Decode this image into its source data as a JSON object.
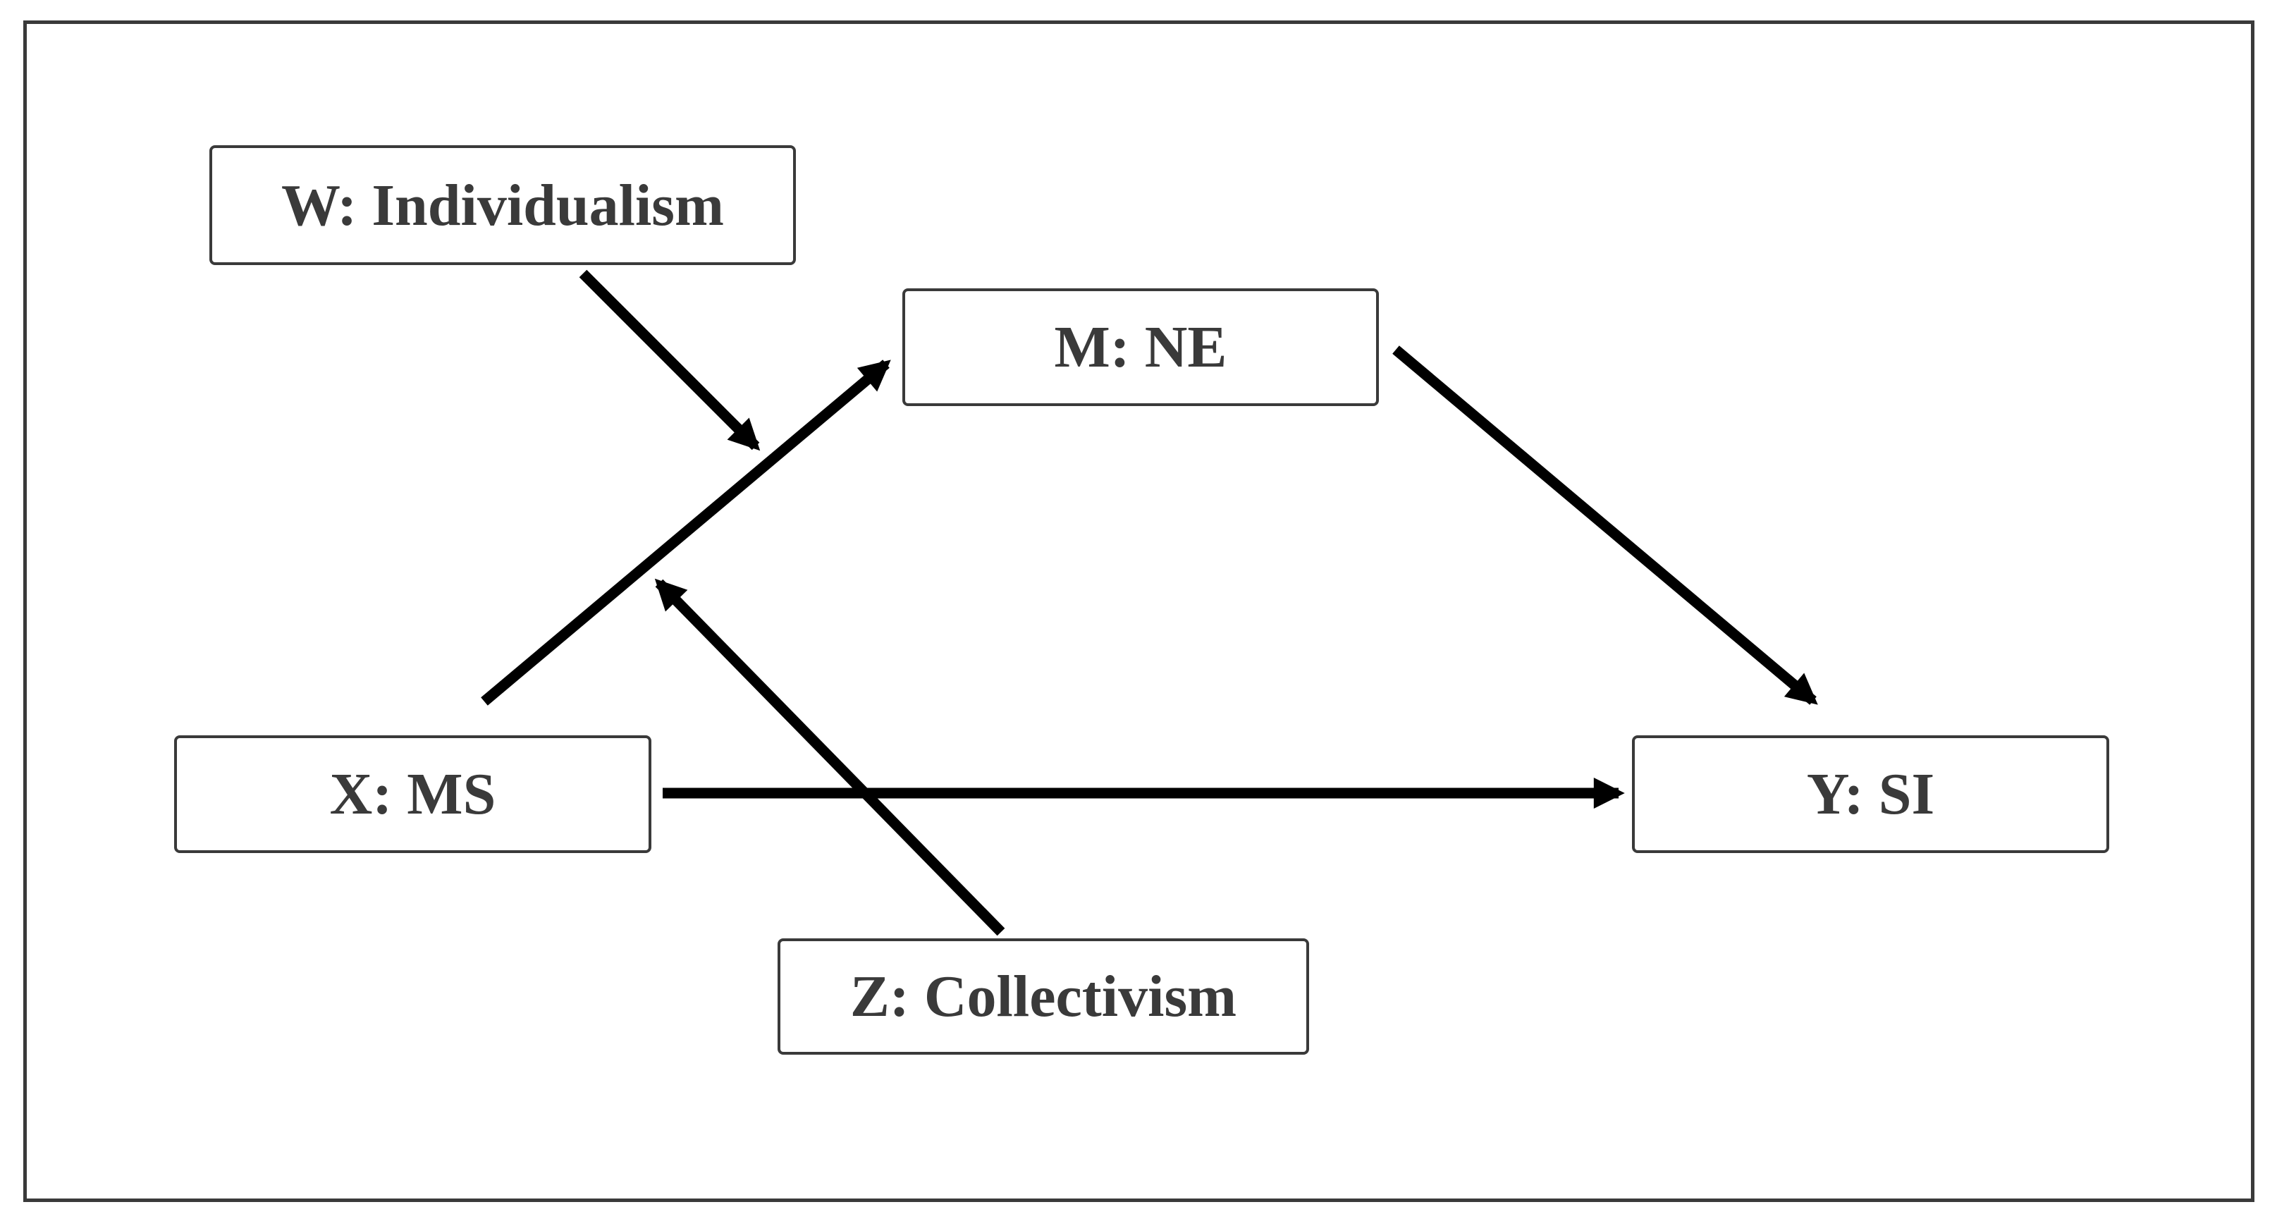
{
  "diagram": {
    "nodes": {
      "w": {
        "label": "W: Individualism"
      },
      "m": {
        "label": "M: NE"
      },
      "x": {
        "label": "X: MS"
      },
      "y": {
        "label": "Y: SI"
      },
      "z": {
        "label": "Z: Collectivism"
      }
    },
    "edges": [
      {
        "from": "X: MS",
        "to": "M: NE"
      },
      {
        "from": "M: NE",
        "to": "Y: SI"
      },
      {
        "from": "X: MS",
        "to": "Y: SI"
      },
      {
        "from": "W: Individualism",
        "to": "X: MS → M: NE"
      },
      {
        "from": "Z: Collectivism",
        "to": "X: MS → M: NE"
      }
    ],
    "colors": {
      "arrow": "#000000",
      "box_border": "#3a3a3a",
      "text": "#3a3a3a",
      "background": "#ffffff"
    }
  }
}
